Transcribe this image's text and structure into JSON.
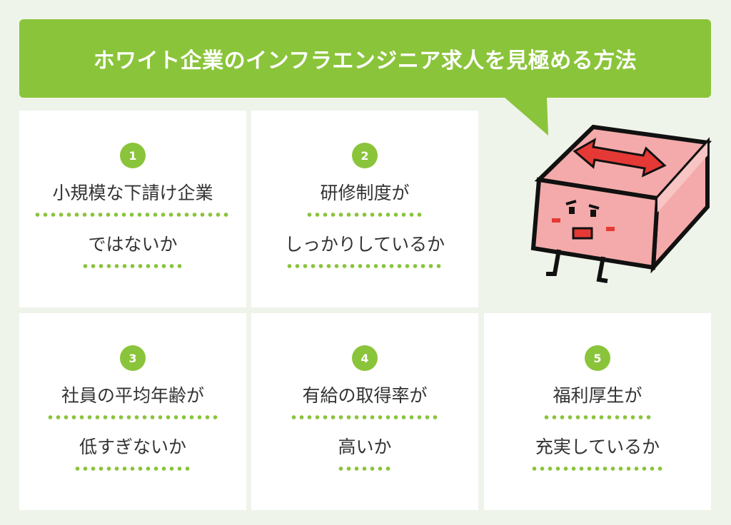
{
  "title": "ホワイト企業のインフラエンジニア求人を見極める方法",
  "cards": [
    {
      "number": "1",
      "line1": "小規模な下請け企業",
      "line2": "ではないか"
    },
    {
      "number": "2",
      "line1": "研修制度が",
      "line2": "しっかりしているか"
    },
    {
      "number": "3",
      "line1": "社員の平均年齢が",
      "line2": "低すぎないか"
    },
    {
      "number": "4",
      "line1": "有給の取得率が",
      "line2": "高いか"
    },
    {
      "number": "5",
      "line1": "福利厚生が",
      "line2": "充実しているか"
    }
  ],
  "colors": {
    "accent": "#8ac43a",
    "background": "#eff4ea",
    "card": "#ffffff",
    "mascot_pink": "#f4aaaa",
    "arrow_red": "#e53935"
  },
  "mascot": {
    "icon": "pink-box-character-icon"
  }
}
